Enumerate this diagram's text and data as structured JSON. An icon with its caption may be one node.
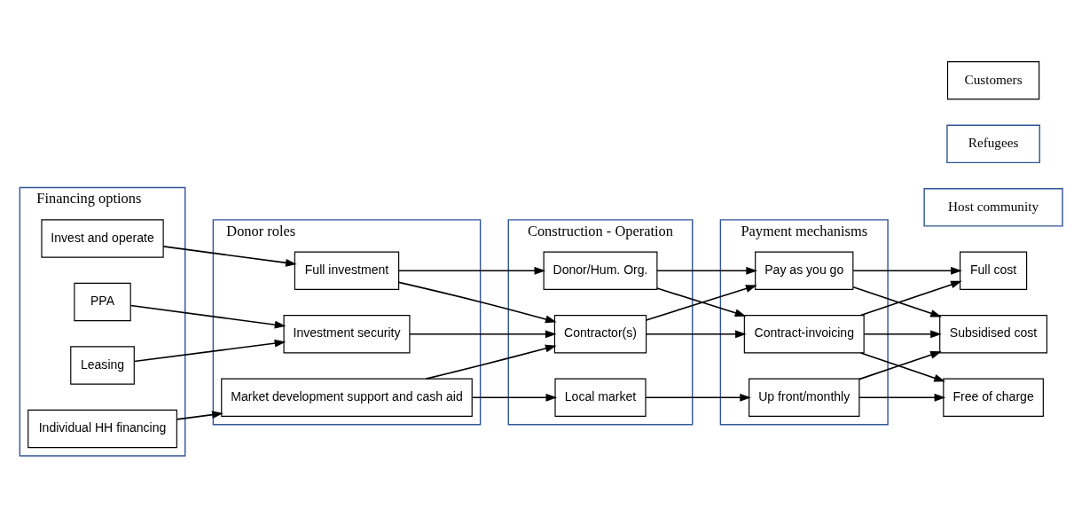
{
  "diagram": {
    "nodes": [
      {
        "text": [
          "Financing options"
        ]
      },
      {
        "text": [
          "Invest and operate"
        ],
        "in": 0
      },
      {
        "text": [
          "PPA"
        ],
        "in": 0
      },
      {
        "text": [
          "Leasing"
        ],
        "in": 0
      },
      {
        "text": [
          "Individual HH financing"
        ],
        "in": 0
      },
      {
        "text": [
          "Donor roles"
        ]
      },
      {
        "text": [
          "Full investment"
        ],
        "in": 5
      },
      {
        "text": [
          "Investment security"
        ],
        "in": 5
      },
      {
        "text": [
          "Market development support and cash aid"
        ],
        "in": 5
      },
      {
        "text": [
          "Construction - Operation"
        ]
      },
      {
        "text": [
          "Donor/Hum. Org."
        ],
        "in": 9
      },
      {
        "text": [
          "Contractor(s)"
        ],
        "in": 9
      },
      {
        "text": [
          "Local market"
        ],
        "in": 9
      },
      {
        "text": [
          "Payment mechanisms"
        ]
      },
      {
        "text": [
          "Pay as you go"
        ],
        "in": 13
      },
      {
        "text": [
          "Contract-invoicing"
        ],
        "in": 13
      },
      {
        "text": [
          "Up front/monthly"
        ],
        "in": 13
      },
      {
        "text": [
          "Customers"
        ]
      },
      {
        "text": [
          "Refugees"
        ]
      },
      {
        "text": [
          "Host community"
        ]
      },
      {
        "text": [
          "Full cost"
        ]
      },
      {
        "text": [
          "Subsidised cost"
        ]
      },
      {
        "text": [
          "Free of charge"
        ]
      }
    ],
    "edges": [
      {
        "from": 1,
        "to": 6,
        "arrow": "to"
      },
      {
        "from": 2,
        "to": 7,
        "arrow": "to"
      },
      {
        "from": 3,
        "to": 7,
        "arrow": "to"
      },
      {
        "from": 4,
        "to": 8,
        "arrow": "to"
      },
      {
        "from": 6,
        "to": 10,
        "arrow": "to"
      },
      {
        "from": 6,
        "to": 11,
        "arrow": "to"
      },
      {
        "from": 7,
        "to": 11,
        "arrow": "to"
      },
      {
        "from": 8,
        "to": 11,
        "arrow": "to"
      },
      {
        "from": 8,
        "to": 12,
        "arrow": "to"
      },
      {
        "from": 10,
        "to": 14,
        "arrow": "to"
      },
      {
        "from": 10,
        "to": 15,
        "arrow": "to"
      },
      {
        "from": 11,
        "to": 14,
        "arrow": "to"
      },
      {
        "from": 11,
        "to": 15,
        "arrow": "to"
      },
      {
        "from": 12,
        "to": 16,
        "arrow": "to"
      },
      {
        "from": 14,
        "to": 20,
        "arrow": "to"
      },
      {
        "from": 14,
        "to": 21,
        "arrow": "to"
      },
      {
        "from": 15,
        "to": 20,
        "arrow": "to"
      },
      {
        "from": 15,
        "to": 21,
        "arrow": "to"
      },
      {
        "from": 15,
        "to": 22,
        "arrow": "to"
      },
      {
        "from": 16,
        "to": 21,
        "arrow": "to"
      },
      {
        "from": 16,
        "to": 22,
        "arrow": "to"
      }
    ]
  }
}
